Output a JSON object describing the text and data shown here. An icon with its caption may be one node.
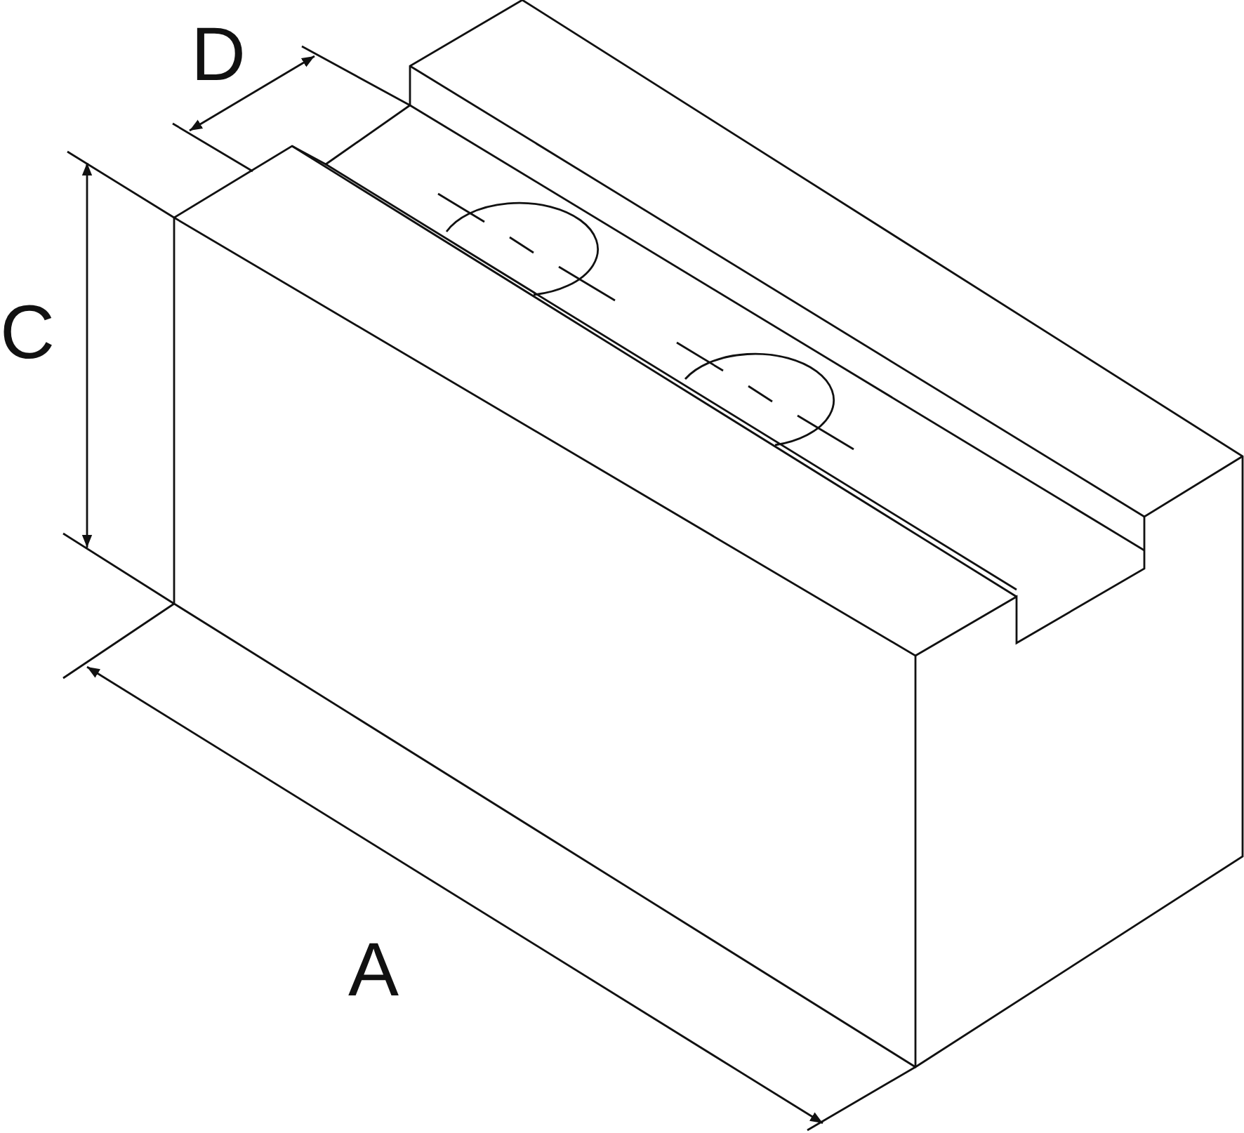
{
  "diagram": {
    "labels": [
      "D",
      "C",
      "A"
    ]
  }
}
